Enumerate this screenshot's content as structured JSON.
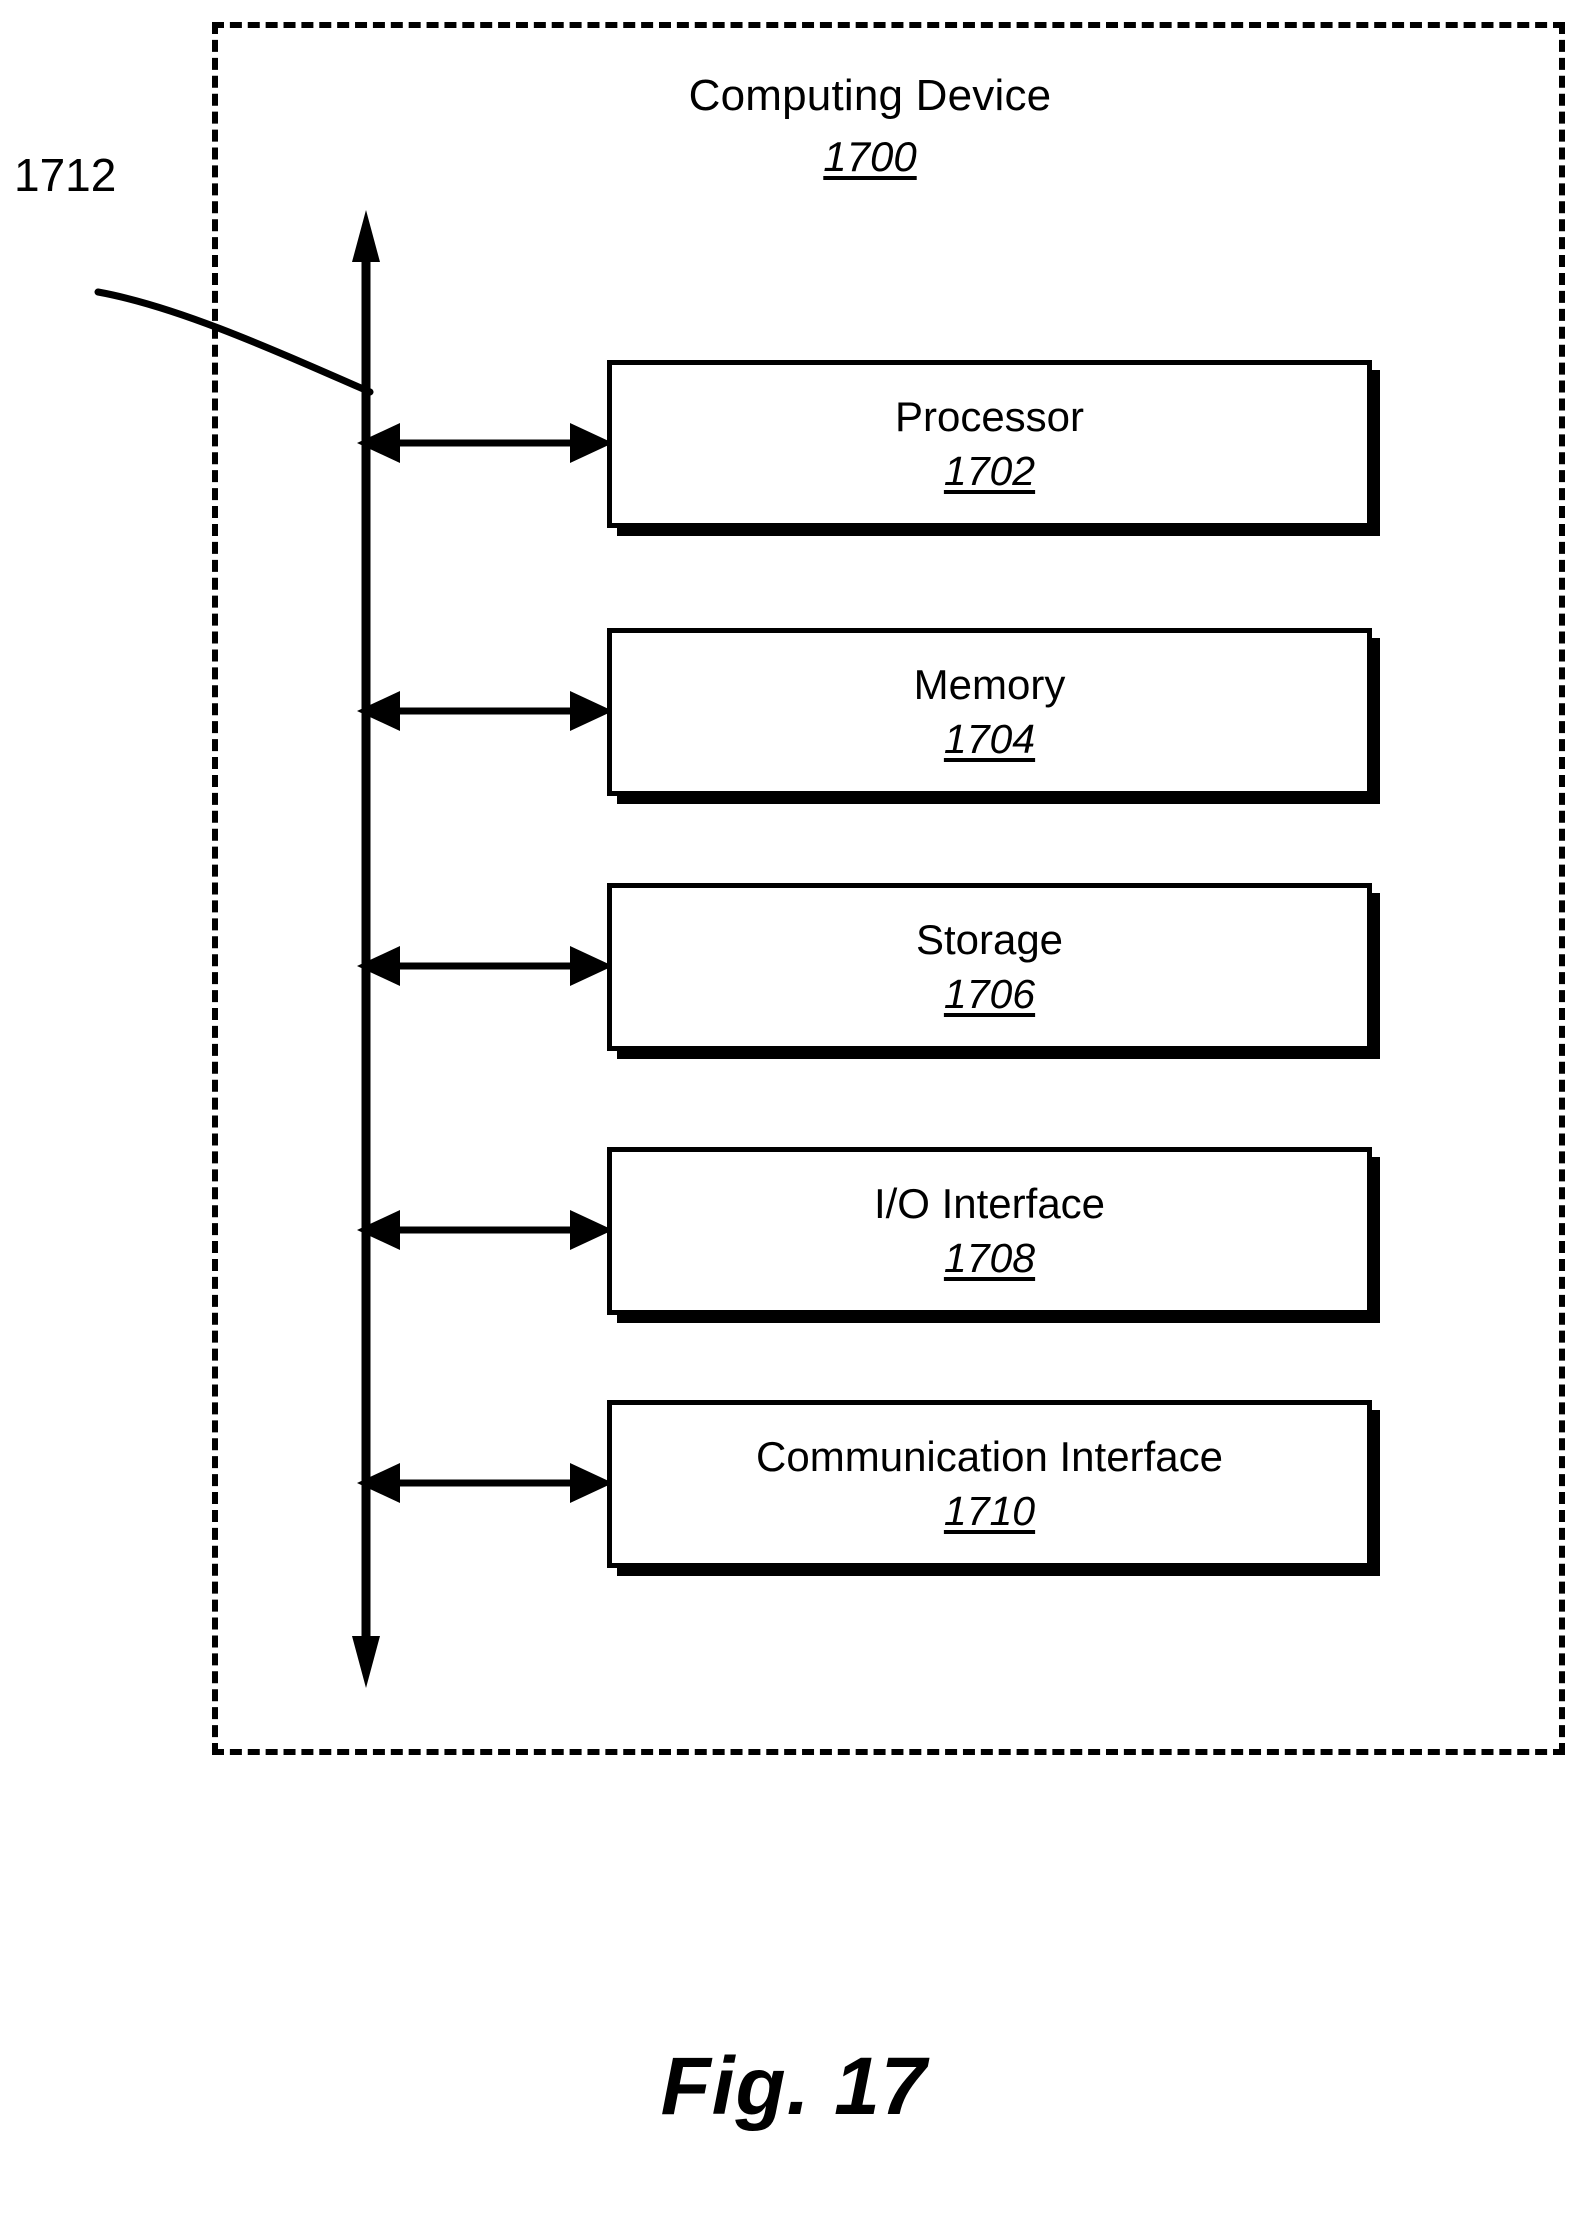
{
  "figure": {
    "caption": "Fig. 17",
    "enclosure_label": "Computing Device",
    "enclosure_ref": "1700",
    "bus_label": "1712",
    "line_color": "#000000",
    "background_color": "#ffffff"
  },
  "components": [
    {
      "name": "Processor",
      "ref": "1702"
    },
    {
      "name": "Memory",
      "ref": "1704"
    },
    {
      "name": "Storage",
      "ref": "1706"
    },
    {
      "name": "I/O Interface",
      "ref": "1708"
    },
    {
      "name": "Communication Interface",
      "ref": "1710"
    }
  ],
  "icons": {
    "bus_arrow": "double-headed-vertical-arrow",
    "connector_arrow": "double-headed-horizontal-arrow",
    "leader": "curved-leader-line"
  }
}
